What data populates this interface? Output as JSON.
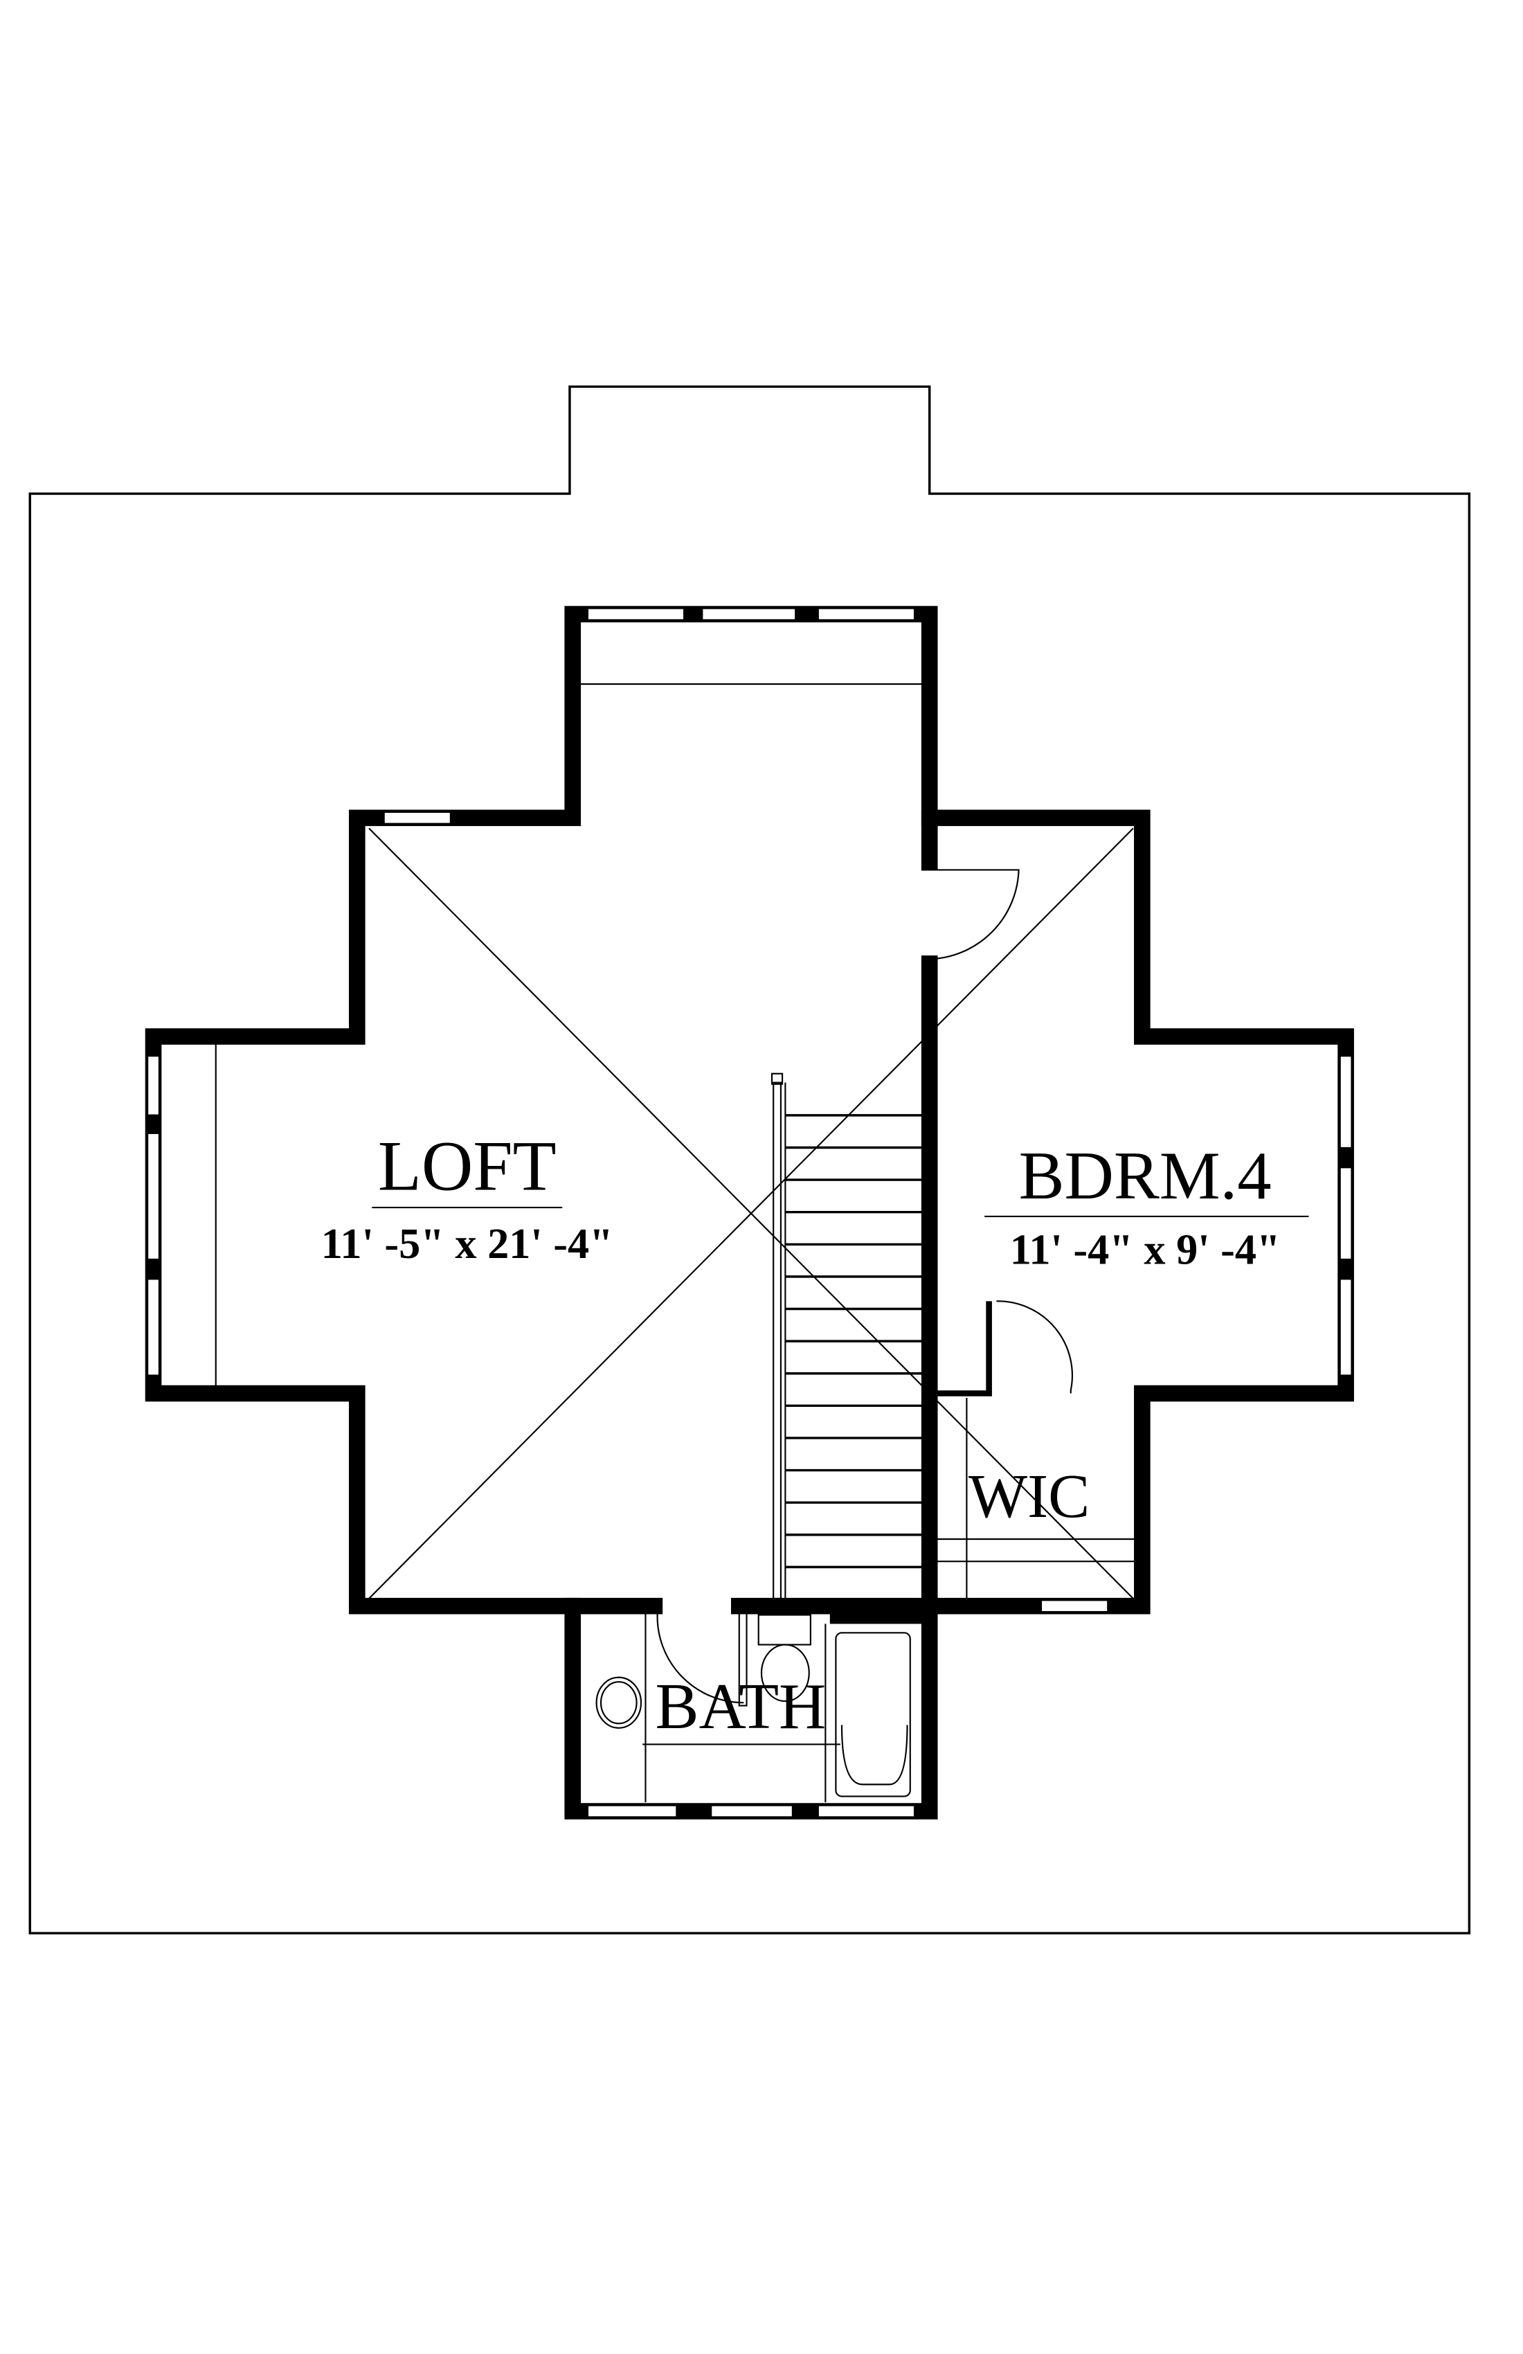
{
  "floor_plan": {
    "rooms": [
      {
        "name": "LOFT",
        "dimensions": "11' -5\" x 21' -4\""
      },
      {
        "name": "BDRM.4",
        "dimensions": "11' -4\" x 9' -4\""
      },
      {
        "name": "WIC"
      },
      {
        "name": "BATH"
      }
    ]
  },
  "colors": {
    "line": "#000000",
    "background": "#ffffff"
  }
}
